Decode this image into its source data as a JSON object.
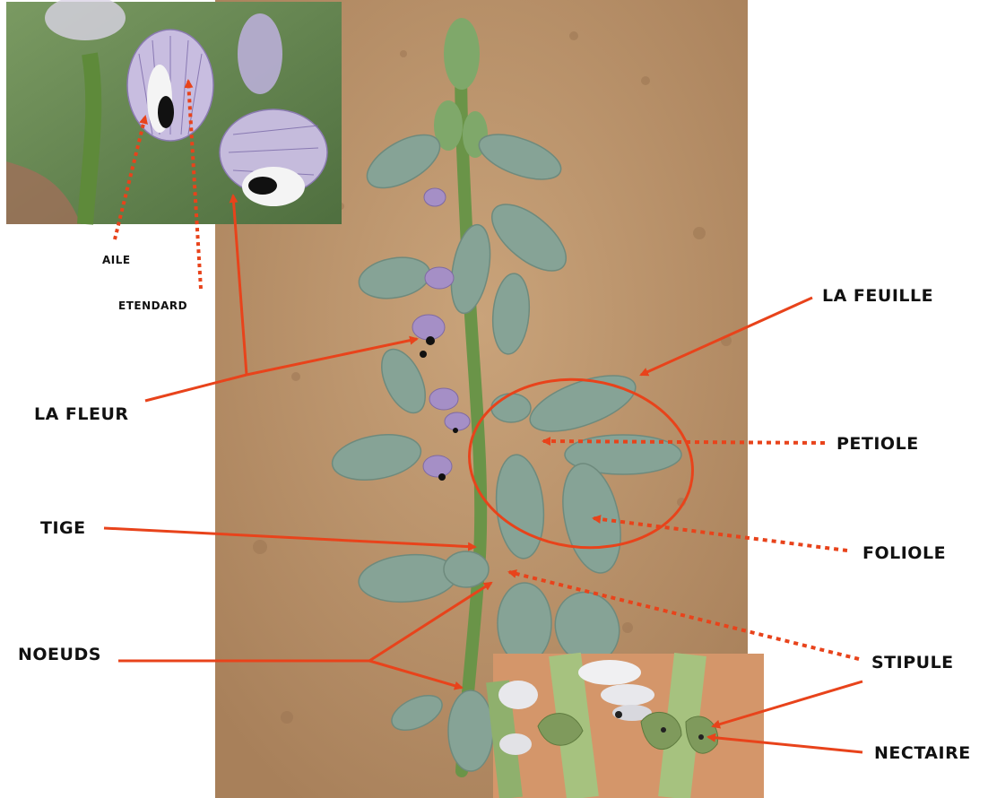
{
  "labels": {
    "aile": "AILE",
    "etendard": "ETENDARD",
    "la_fleur": "LA FLEUR",
    "la_feuille": "LA FEUILLE",
    "petiole": "PETIOLE",
    "tige": "TIGE",
    "foliole": "FOLIOLE",
    "noeuds": "NOEUDS",
    "stipule": "STIPULE",
    "nectaire": "NECTAIRE"
  },
  "colors": {
    "arrow": "#e8431b",
    "soil": "#b8926a",
    "leaf": "#7f9d8e",
    "stem": "#6f9a4f",
    "petal": "#9f8fc4",
    "inset_bg": "#6e8f55",
    "inset_bottom_bg": "#d4966a"
  },
  "images": [
    {
      "name": "main-photo",
      "subject": "faba bean plant growing in soil"
    },
    {
      "name": "flower-inset-photo",
      "subject": "close-up of flowers"
    },
    {
      "name": "stipule-inset-photo",
      "subject": "close-up of stipules and nectary"
    }
  ]
}
